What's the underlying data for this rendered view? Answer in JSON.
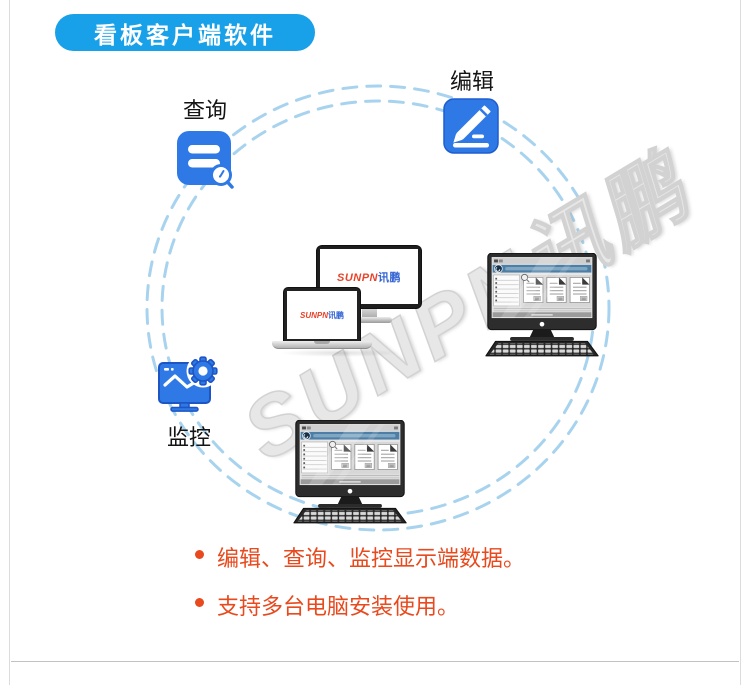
{
  "header": {
    "title": "看板客户端软件"
  },
  "nodes": {
    "query": {
      "label": "查询"
    },
    "edit": {
      "label": "编辑"
    },
    "monitor": {
      "label": "监控"
    }
  },
  "devices": {
    "desktop_logo": {
      "brand": "SUNPN",
      "cn": "讯鹏"
    },
    "laptop_logo": {
      "brand": "SUNPN",
      "cn": "讯鹏"
    }
  },
  "watermark": {
    "text": "SUNPN讯鹏"
  },
  "bullets": {
    "items": [
      "编辑、查询、监控显示端数据。",
      "支持多台电脑安装使用。"
    ]
  },
  "colors": {
    "accent_blue": "#18a0e8",
    "icon_blue": "#2e79e6",
    "icon_blue_dark": "#1e55c4",
    "dash_blue": "#a8d3ee",
    "bullet_orange": "#e8491d",
    "logo_red": "#e8432a",
    "logo_blue": "#3465d4"
  }
}
